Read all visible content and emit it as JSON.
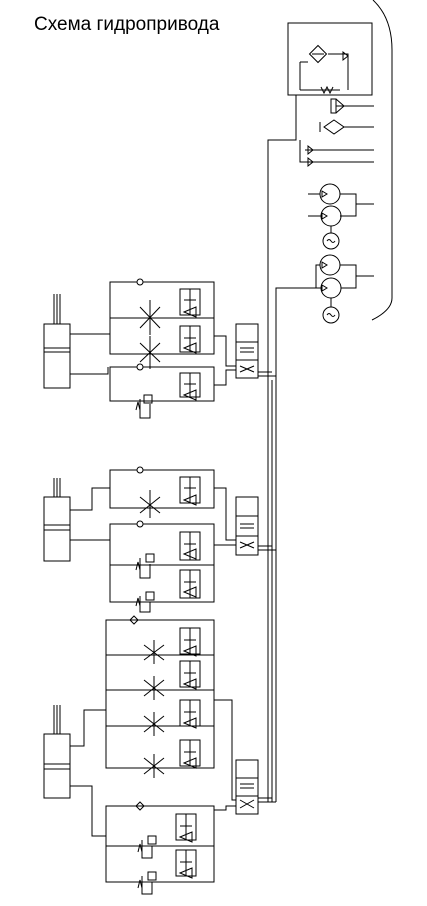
{
  "title": "Схема гидропривода",
  "colors": {
    "line": "#000000",
    "background": "#ffffff"
  },
  "units": {
    "cylinder_units": [
      {
        "id": "upper",
        "cylinder": "hydraulic-cylinder-1",
        "valves": 3
      },
      {
        "id": "middle",
        "cylinder": "hydraulic-cylinder-2",
        "valves": 3
      },
      {
        "id": "lower",
        "cylinder": "hydraulic-cylinder-3",
        "valves": 6
      }
    ]
  },
  "power_unit": {
    "tank": "tank-with-filter",
    "pumps": 2,
    "motors": 2
  }
}
